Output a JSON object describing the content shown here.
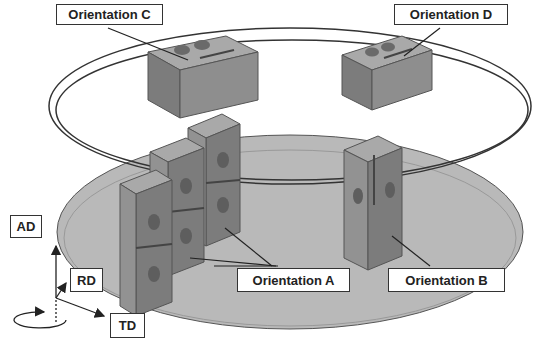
{
  "diagram": {
    "nodes": [
      {
        "text": [
          "Orientation C"
        ]
      },
      {
        "text": [
          "Orientation D"
        ]
      },
      {
        "text": [
          "AD"
        ]
      },
      {
        "text": [
          "RD"
        ]
      },
      {
        "text": [
          "TD"
        ]
      },
      {
        "text": [
          "Orientation A"
        ]
      },
      {
        "text": [
          "Orientation B"
        ]
      }
    ]
  }
}
